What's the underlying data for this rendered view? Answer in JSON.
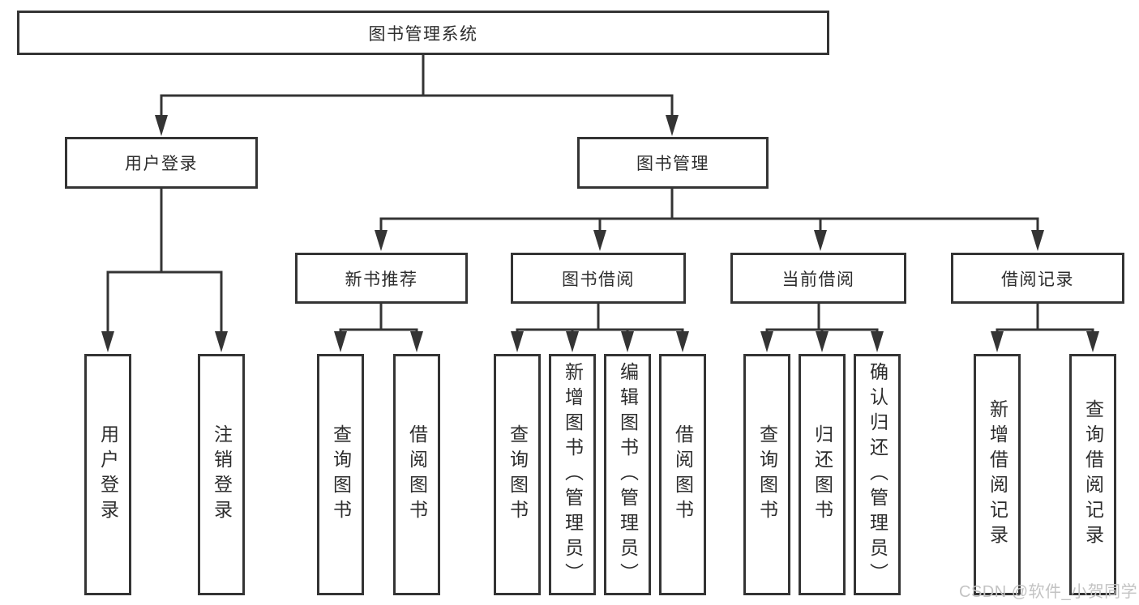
{
  "diagram": {
    "root": {
      "id": "library-management-system",
      "label": "图书管理系统"
    },
    "level2": [
      {
        "id": "user-login",
        "label": "用户登录",
        "parent": "library-management-system"
      },
      {
        "id": "book-management",
        "label": "图书管理",
        "parent": "library-management-system"
      }
    ],
    "level3": [
      {
        "id": "new-book-recommend",
        "label": "新书推荐",
        "parent": "book-management"
      },
      {
        "id": "book-borrow",
        "label": "图书借阅",
        "parent": "book-management"
      },
      {
        "id": "current-borrow",
        "label": "当前借阅",
        "parent": "book-management"
      },
      {
        "id": "borrow-records",
        "label": "借阅记录",
        "parent": "book-management"
      }
    ],
    "level4": [
      {
        "label": "用户登录",
        "parent": "user-login"
      },
      {
        "label": "注销登录",
        "parent": "user-login"
      },
      {
        "label": "查询图书",
        "parent": "new-book-recommend"
      },
      {
        "label": "借阅图书",
        "parent": "new-book-recommend"
      },
      {
        "label": "查询图书",
        "parent": "book-borrow"
      },
      {
        "label": "新增图书（管理员）",
        "parent": "book-borrow"
      },
      {
        "label": "编辑图书（管理员）",
        "parent": "book-borrow"
      },
      {
        "label": "借阅图书",
        "parent": "book-borrow"
      },
      {
        "label": "查询图书",
        "parent": "current-borrow"
      },
      {
        "label": "归还图书",
        "parent": "current-borrow"
      },
      {
        "label": "确认归还（管理员）",
        "parent": "current-borrow"
      },
      {
        "label": "新增借阅记录",
        "parent": "borrow-records"
      },
      {
        "label": "查询借阅记录",
        "parent": "borrow-records"
      }
    ]
  },
  "watermark": {
    "text": "CSDN @软件_小贺同学"
  },
  "colors": {
    "line": "#343434",
    "text": "#2d2d2d",
    "watermark": "#c3c3c3",
    "background": "#ffffff"
  }
}
